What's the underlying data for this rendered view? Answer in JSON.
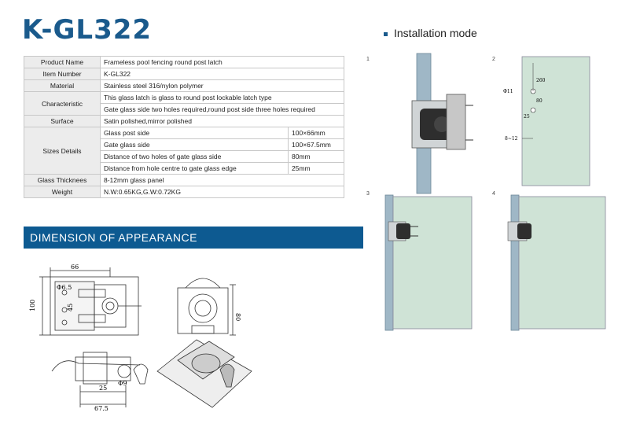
{
  "header": {
    "title": "K-GL322",
    "install_label": "Installation mode"
  },
  "spec": {
    "product_name": {
      "label": "Product Name",
      "value": "Frameless pool fencing round post latch"
    },
    "item_number": {
      "label": "Item Number",
      "value": "K-GL322"
    },
    "material": {
      "label": "Material",
      "value": "Stainless steel 316/nylon polymer"
    },
    "characteristic": {
      "label": "Characteristic",
      "value1": "This glass latch is glass to round post lockable latch type",
      "value2": "Gate glass side two holes required,round post side three holes required"
    },
    "surface": {
      "label": "Surface",
      "value": "Satin polished,mirror polished"
    },
    "sizes": {
      "label": "Sizes Details",
      "rows": [
        {
          "name": "Glass post side",
          "value": "100×66mm"
        },
        {
          "name": "Gate glass side",
          "value": "100×67.5mm"
        },
        {
          "name": "Distance of two holes of gate glass side",
          "value": "80mm"
        },
        {
          "name": "Distance from hole centre to gate glass edge",
          "value": "25mm"
        }
      ]
    },
    "glass_thickness": {
      "label": "Glass Thicknees",
      "value": "8-12mm glass panel"
    },
    "weight": {
      "label": "Weight",
      "value": "N.W:0.65KG,G.W:0.72KG"
    }
  },
  "dimension": {
    "banner": "DIMENSION OF APPEARANCE",
    "dims": {
      "d66": "66",
      "d100": "100",
      "d6_5": "Φ6.5",
      "d45": "45",
      "d80": "80",
      "d25": "25",
      "d67_5": "67.5",
      "d9": "Φ9"
    }
  },
  "install": {
    "panel_numbers": [
      "1",
      "2",
      "3",
      "4"
    ],
    "dims": {
      "d260": "260",
      "d11": "Φ11",
      "d80": "80",
      "d25": "25",
      "d8_12": "8~12"
    }
  },
  "colors": {
    "title": "#1a5a8c",
    "banner": "#0d5a91",
    "glass": "#cfe3d6",
    "post": "#9fb7c6"
  }
}
